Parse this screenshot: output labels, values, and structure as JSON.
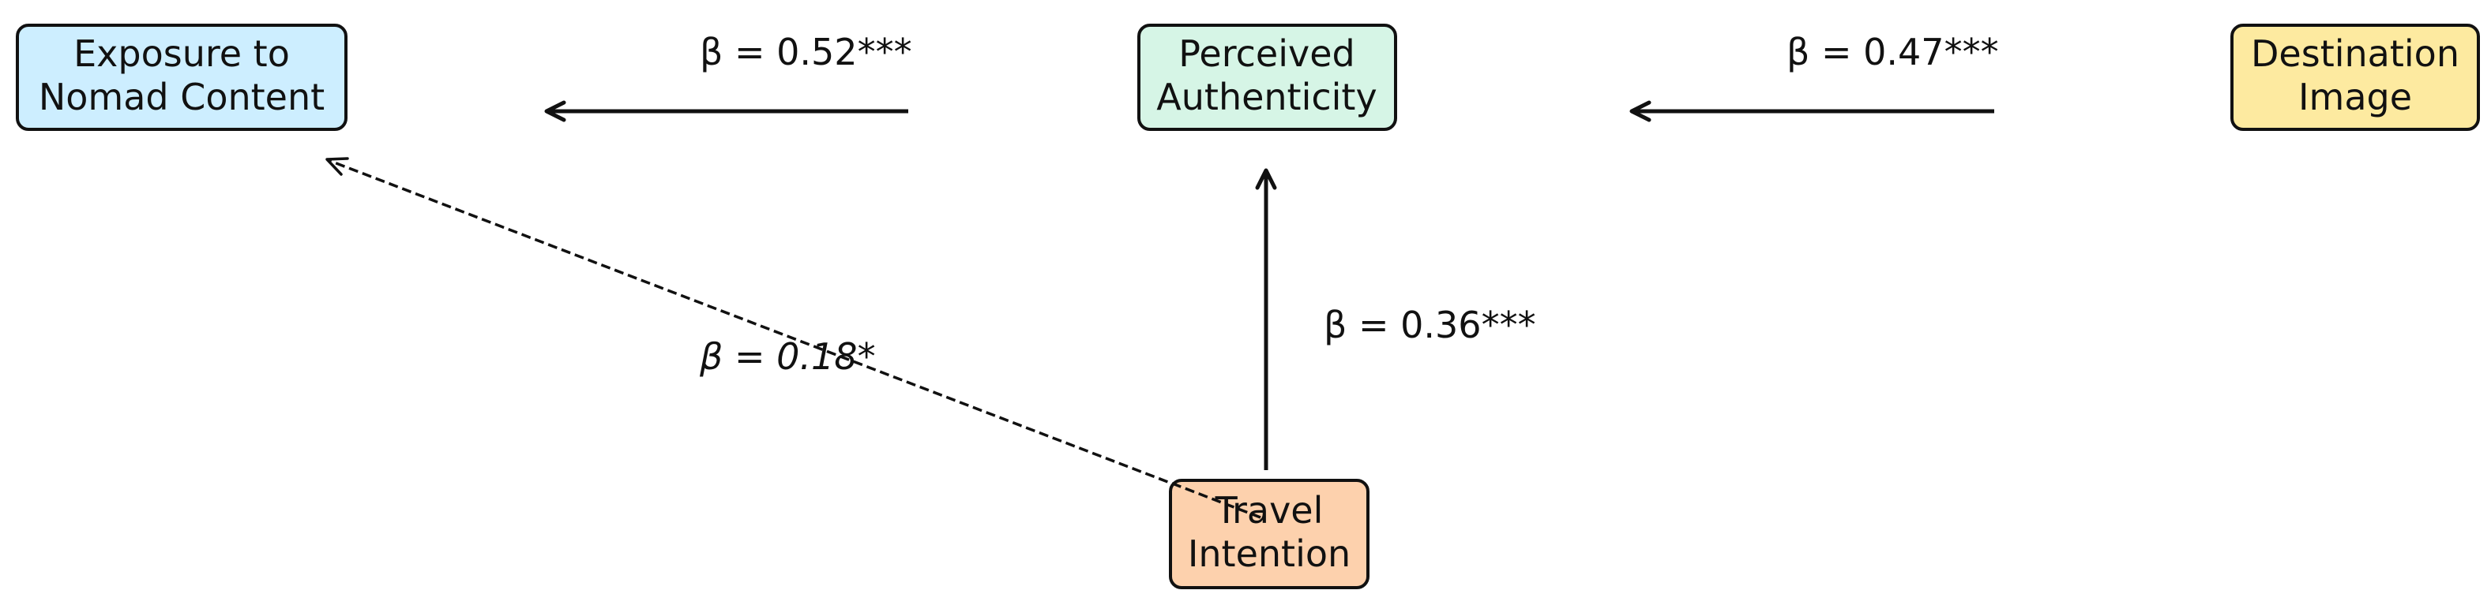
{
  "nodes": {
    "exposure": {
      "line1": "Exposure to",
      "line2": "Nomad Content",
      "fill": "#cdeeff"
    },
    "authenticity": {
      "line1": "Perceived",
      "line2": "Authenticity",
      "fill": "#d6f5e6"
    },
    "destination": {
      "line1": "Destination",
      "line2": "Image",
      "fill": "#fdeaa0"
    },
    "intention": {
      "line1": "Travel",
      "line2": "Intention",
      "fill": "#fdd1ad"
    }
  },
  "edges": {
    "authenticity_to_exposure": {
      "label": "β = 0.52***",
      "style": "solid"
    },
    "destination_to_authenticity": {
      "label": "β = 0.47***",
      "style": "solid"
    },
    "intention_to_authenticity": {
      "label": "β = 0.36***",
      "style": "solid"
    },
    "intention_to_exposure": {
      "label": "β = 0.18*",
      "style": "dashed"
    }
  }
}
